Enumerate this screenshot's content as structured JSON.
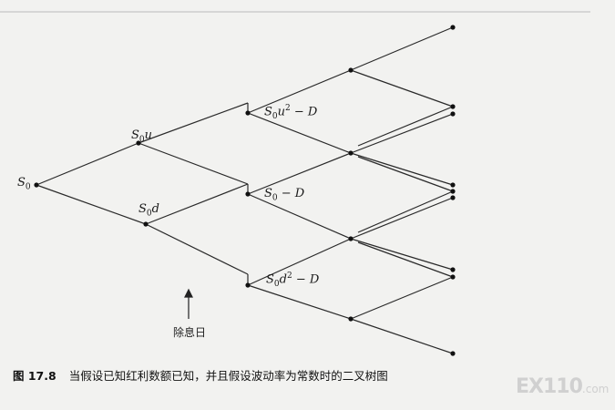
{
  "labels": {
    "s0": "S",
    "s0_sub": "0",
    "s0u_base": "S",
    "s0u_sub": "0",
    "s0u_var": "u",
    "s0d_base": "S",
    "s0d_sub": "0",
    "s0d_var": "d",
    "up_base": "S",
    "up_sub": "0",
    "up_var": "u",
    "up_sup": "2",
    "up_minus": " − D",
    "mid_base": "S",
    "mid_sub": "0",
    "mid_minus": " − D",
    "down_base": "S",
    "down_sub": "0",
    "down_var": "d",
    "down_sup": "2",
    "down_minus": " − D"
  },
  "ex_dividend_label": "除息日",
  "caption": {
    "figure_number": "图 17.8",
    "text": "当假设已知红利数额已知，并且假设波动率为常数时的二叉树图"
  },
  "watermark": {
    "main": "EX110",
    "suffix": ".com"
  }
}
